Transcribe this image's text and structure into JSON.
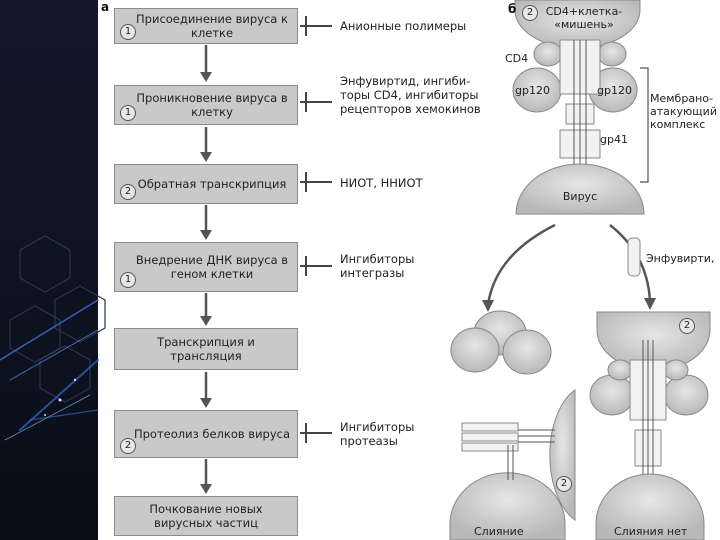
{
  "panel_a": {
    "label": "а",
    "steps": [
      {
        "text": "Присоединение вируса к клетке",
        "badge": "1",
        "drug": "Анионные полимеры"
      },
      {
        "text": "Проникновение вируса в клетку",
        "badge": "1",
        "drug": "Энфувиртид, ингиби-\nторы CD4, ингибиторы\nрецепторов хемокинов"
      },
      {
        "text": "Обратная транскрипция",
        "badge": "2",
        "drug": "НИОТ, ННИОТ"
      },
      {
        "text": "Внедрение ДНК вируса в геном клетки",
        "badge": "1",
        "drug": "Ингибиторы\nинтегразы"
      },
      {
        "text": "Транскрипция и трансляция",
        "badge": "",
        "drug": ""
      },
      {
        "text": "Протеолиз белков вируса",
        "badge": "2",
        "drug": "Ингибиторы\nпротеазы"
      },
      {
        "text": "Почкование новых вирусных частиц",
        "badge": "",
        "drug": ""
      }
    ]
  },
  "panel_b": {
    "label": "б",
    "target_cell": "CD4+клетка-\n«мишень»",
    "target_badge": "2",
    "cd4": "CD4",
    "gp120_left": "gp120",
    "gp120_right": "gp120",
    "gp41": "gp41",
    "complex": "Мембрано-\nатакующий\nкомплекс",
    "virus": "Вирус",
    "enfuvirtide": "Энфувирти,",
    "fusion": "Слияние",
    "fusion_badge": "2",
    "no_fusion": "Слияния нет",
    "no_fusion_badge": "2"
  },
  "colors": {
    "box": "#c9c9c9",
    "cell": "#cfcfcf",
    "arrow": "#555555",
    "background_left": "#0d1320"
  }
}
